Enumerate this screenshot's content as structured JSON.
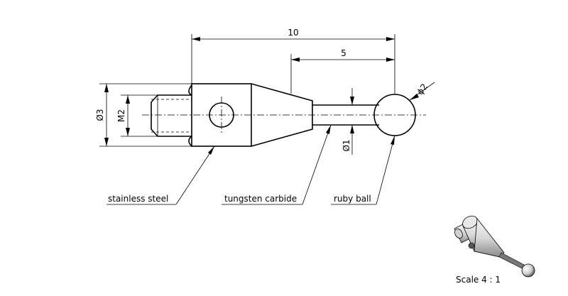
{
  "dimensions": {
    "overall_length": "10",
    "stylus_length": "5",
    "body_diameter": "Ø3",
    "thread": "M2",
    "stem_diameter": "Ø1",
    "ball_diameter": "ϕ2"
  },
  "labels": {
    "body_material": "stainless steel",
    "stem_material": "tungsten carbide",
    "ball_material": "ruby ball"
  },
  "scale_text": "Scale 4 : 1"
}
